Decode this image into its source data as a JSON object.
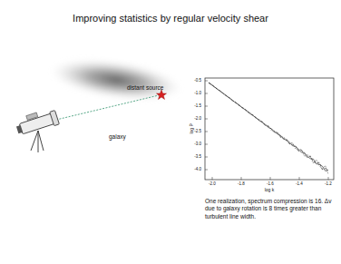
{
  "diagram": {
    "title": "Improving statistics by regular velocity shear",
    "caption": "One realization, spectrum compression is 16. Δv due to galaxy rotation is 8 times greater than turbulent line width.",
    "labels": [
      "distant source",
      "galaxy",
      "-0.5",
      "-1.0",
      "-1.5",
      "-2.0",
      "-2.5",
      "-3.0",
      "-3.5",
      "-4.0",
      "-2.0",
      "-1.8",
      "-1.6",
      "-1.4",
      "-1.2",
      "log P",
      "log k"
    ]
  }
}
